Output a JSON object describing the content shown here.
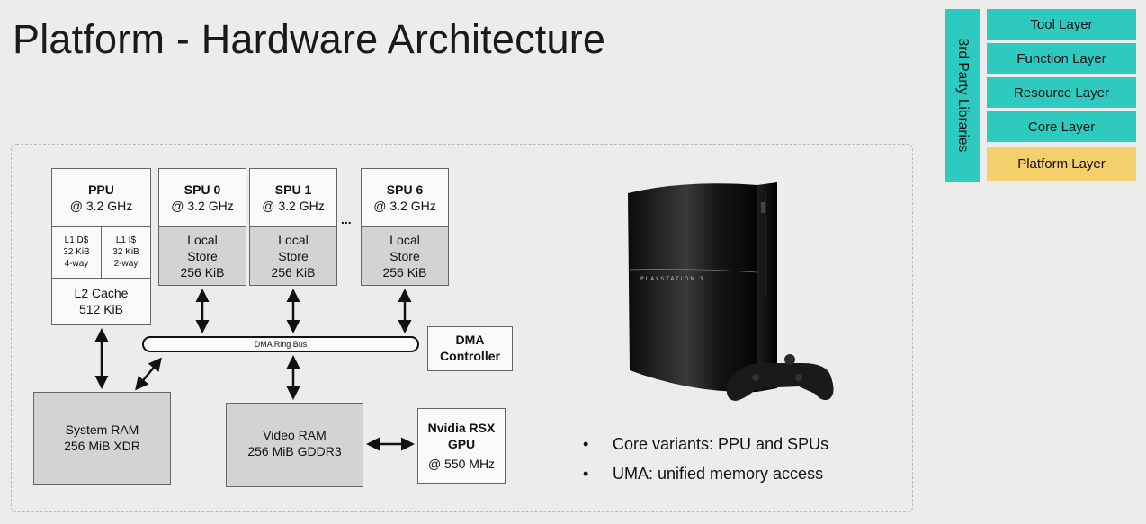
{
  "title": "Platform - Hardware Architecture",
  "layers": {
    "side_label": "3rd Party Libraries",
    "items": [
      "Tool Layer",
      "Function Layer",
      "Resource Layer",
      "Core Layer",
      "Platform Layer"
    ],
    "highlight": "Platform Layer",
    "colors": {
      "layer": "#2ec9bf",
      "highlight": "#f4cf6b"
    }
  },
  "diagram": {
    "ppu": {
      "name": "PPU",
      "clock": "@ 3.2 GHz",
      "l1d": [
        "L1 D$",
        "32 KiB",
        "4-way"
      ],
      "l1i": [
        "L1 I$",
        "32 KiB",
        "2-way"
      ],
      "l2": [
        "L2 Cache",
        "512 KiB"
      ]
    },
    "spus": [
      {
        "name": "SPU 0",
        "clock": "@ 3.2 GHz",
        "store": [
          "Local",
          "Store",
          "256 KiB"
        ]
      },
      {
        "name": "SPU 1",
        "clock": "@ 3.2 GHz",
        "store": [
          "Local",
          "Store",
          "256 KiB"
        ]
      },
      {
        "name": "SPU 6",
        "clock": "@ 3.2 GHz",
        "store": [
          "Local",
          "Store",
          "256 KiB"
        ]
      }
    ],
    "ellipsis": "...",
    "bus": "DMA Ring Bus",
    "dma": [
      "DMA",
      "Controller"
    ],
    "system_ram": [
      "System RAM",
      "256 MiB XDR"
    ],
    "video_ram": [
      "Video RAM",
      "256 MiB GDDR3"
    ],
    "gpu": [
      "Nvidia RSX",
      "GPU",
      "@ 550 MHz"
    ]
  },
  "console_logo_text": "PLAYSTATION 3",
  "bullets": [
    "Core variants: PPU and SPUs",
    "UMA: unified memory access"
  ]
}
